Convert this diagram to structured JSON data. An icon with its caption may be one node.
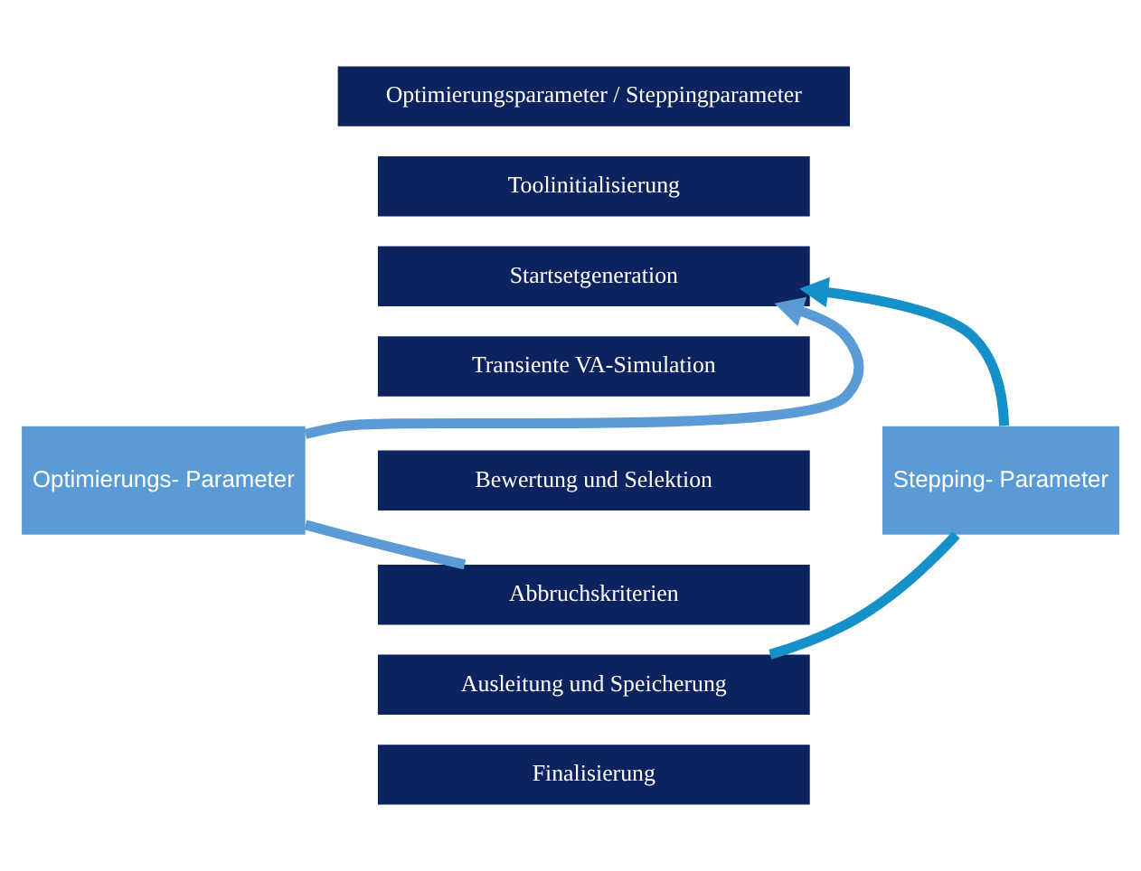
{
  "diagram": {
    "nodes": [
      {
        "text": [
          "Optimierungsparameter / Steppingparameter"
        ]
      },
      {
        "text": [
          "Toolinitialisierung"
        ]
      },
      {
        "text": [
          "Startsetgeneration"
        ]
      },
      {
        "text": [
          "Transiente VA-Simulation"
        ]
      },
      {
        "text": [
          "Bewertung und Selektion"
        ]
      },
      {
        "text": [
          "Abbruchskriterien"
        ]
      },
      {
        "text": [
          "Ausleitung und Speicherung"
        ]
      },
      {
        "text": [
          "Finalisierung"
        ]
      },
      {
        "text": [
          "Optimierungs- Parameter"
        ]
      },
      {
        "text": [
          "Stepping- Parameter"
        ]
      }
    ],
    "edges": [
      {
        "from": 5,
        "to": 8,
        "arrow": "none",
        "color": "#5b9bd5"
      },
      {
        "from": 8,
        "to": 2,
        "arrow": "to",
        "color": "#5b9bd5"
      },
      {
        "from": 6,
        "to": 9,
        "arrow": "none",
        "color": "#1690c8"
      },
      {
        "from": 9,
        "to": 2,
        "arrow": "to",
        "color": "#1690c8"
      }
    ]
  }
}
